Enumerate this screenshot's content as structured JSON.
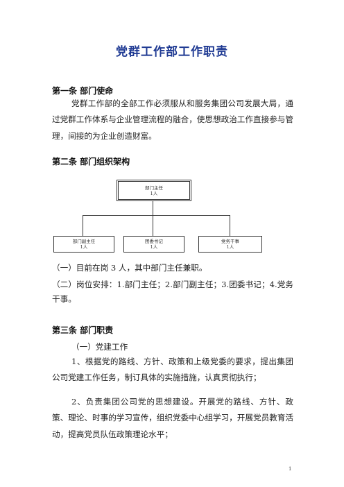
{
  "document": {
    "title": "党群工作部工作职责",
    "article1": {
      "heading": "第一条  部门使命",
      "text": "党群工作部的全部工作必须服从和服务集团公司发展大局，通过党群工作体系与企业管理流程的融合，使思想政治工作直接参与管理，间接的为企业创造财富。"
    },
    "article2": {
      "heading": "第二条  部门组织架构",
      "org": {
        "top": {
          "title": "部门主任",
          "count": "1人"
        },
        "children": [
          {
            "title": "部门副主任",
            "count": "1人"
          },
          {
            "title": "团委书记",
            "count": "1人"
          },
          {
            "title": "党务干事",
            "count": "1人"
          }
        ]
      },
      "item1": "（一）目前在岗 3 人，其中部门主任兼职。",
      "item2": "（二）岗位安排：1.部门主任；2.部门副主任；3.团委书记；4.党务干事。"
    },
    "article3": {
      "heading": "第三条  部门职责",
      "sub1": "（一）党建工作",
      "p1": "1、根据党的路线、方针、政策和上级党委的要求，提出集团公司党建工作任务，制订具体的实施措施，认真贯彻执行；",
      "p2": "2、负责集团公司党的思想建设。开展党的路线、方针、政策、理论、时事的学习宣传，组织党委中心组学习，开展党员教育活动，提高党员队伍政策理论水平；"
    },
    "page_number": "1"
  }
}
